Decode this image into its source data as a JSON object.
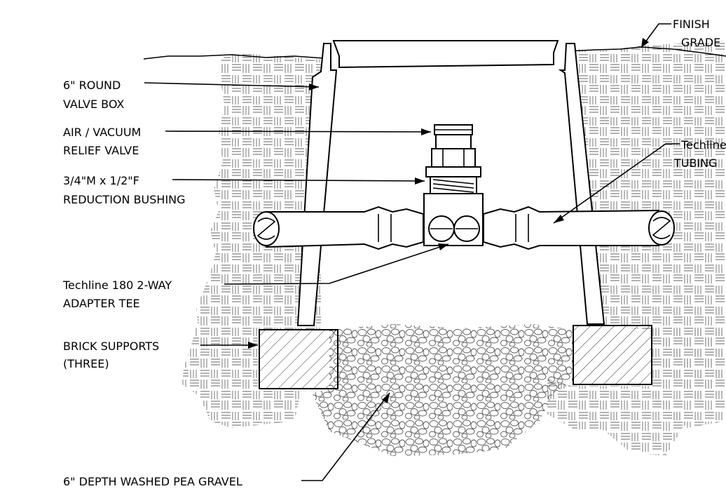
{
  "labels": {
    "valve_box": [
      "6\" ROUND",
      "VALVE BOX"
    ],
    "air_valve": [
      "AIR / VACUUM",
      "RELIEF VALVE"
    ],
    "bushing": [
      "3/4\"M x 1/2\"F",
      "REDUCTION BUSHING"
    ],
    "adapter_tee": [
      "Techline 180 2-WAY",
      "ADAPTER TEE"
    ],
    "brick": [
      "BRICK SUPPORTS",
      "(THREE)"
    ],
    "gravel": "6\" DEPTH WASHED PEA GRAVEL",
    "finish_grade": [
      "FINISH",
      "GRADE"
    ],
    "tubing": [
      "Techline",
      "TUBING"
    ]
  },
  "colors": {
    "line": "#000000",
    "background": "#ffffff",
    "hatch": "#555555"
  }
}
